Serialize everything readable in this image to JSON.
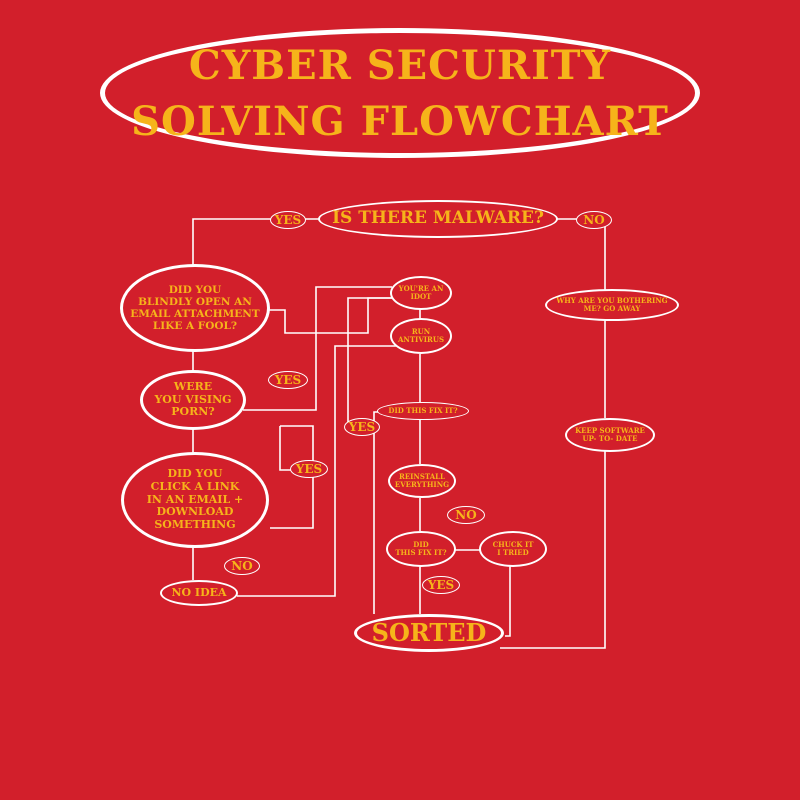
{
  "title": {
    "line1": "CYBER SECURITY",
    "line2": "SOLVING FLOWCHART"
  },
  "nodes": {
    "malware": "IS THERE MALWARE?",
    "attachment": "DID YOU\nBLINDLY OPEN AN\nEMAIL ATTACHMENT\nLIKE A FOOL?",
    "porn": "WERE\nYOU VISING\nPORN?",
    "link": "DID YOU\nCLICK A LINK\nIN AN EMAIL +\nDOWNLOAD\nSOMETHING",
    "no_idea": "NO IDEA",
    "idiot": "YOU'RE AN\nIDOT",
    "antivirus": "RUN\nANTIVIRUS",
    "fix1": "DID THIS FIX IT?",
    "reinstall": "REINSTALL\nEVERYTHING",
    "fix2": "DID\nTHIS FIX IT?",
    "chuck": "CHUCK IT\nI TRIED",
    "sorted": "SORTED",
    "go_away": "WHY ARE YOU BOTHERING\nME? GO AWAY",
    "update": "KEEP SOFTWARE\nUP- TO- DATE"
  },
  "labels": {
    "yes_top": "YES",
    "no_top": "NO",
    "yes_porn": "YES",
    "yes_mid": "YES",
    "yes_link": "YES",
    "no_link": "NO",
    "no_fix": "NO",
    "yes_fix": "YES"
  },
  "colors": {
    "background": "#d21f2b",
    "text": "#f6b41a",
    "lines": "#ffffff"
  }
}
